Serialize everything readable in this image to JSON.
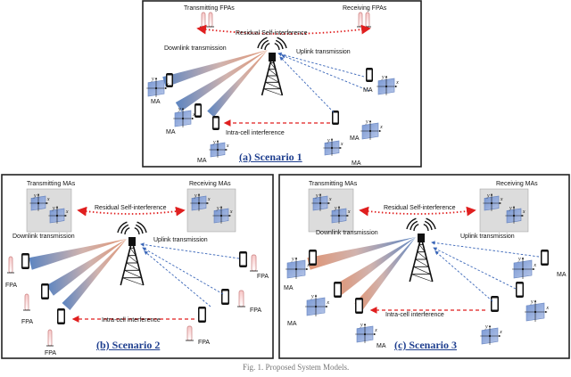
{
  "panel_a": {
    "transmitting_label": "Transmitting FPAs",
    "receiving_label": "Receiving FPAs",
    "residual_label": "Residual Self-interference",
    "downlink_label": "Downlink transmission",
    "uplink_label": "Uplink transmission",
    "intracell_label": "Intra-cell interference",
    "ma_label": "MA",
    "title": "(a) Scenario 1"
  },
  "panel_b": {
    "transmitting_label": "Transmitting MAs",
    "receiving_label": "Receiving MAs",
    "residual_label": "Residual Self-interference",
    "downlink_label": "Downlink transmission",
    "uplink_label": "Uplink transmission",
    "intracell_label": "Intra-cell interference",
    "fpa_label": "FPA",
    "title": "(b) Scenario 2"
  },
  "panel_c": {
    "transmitting_label": "Transmitting MAs",
    "receiving_label": "Receiving MAs",
    "residual_label": "Residual Self-interference",
    "downlink_label": "Downlink transmission",
    "uplink_label": "Uplink transmission",
    "intracell_label": "Intra-cell interference",
    "ma_label": "MA",
    "title": "(c) Scenario 3"
  },
  "axes": {
    "x": "x",
    "y": "y",
    "z": "z"
  },
  "caption": "Fig. 1. Proposed System Models."
}
